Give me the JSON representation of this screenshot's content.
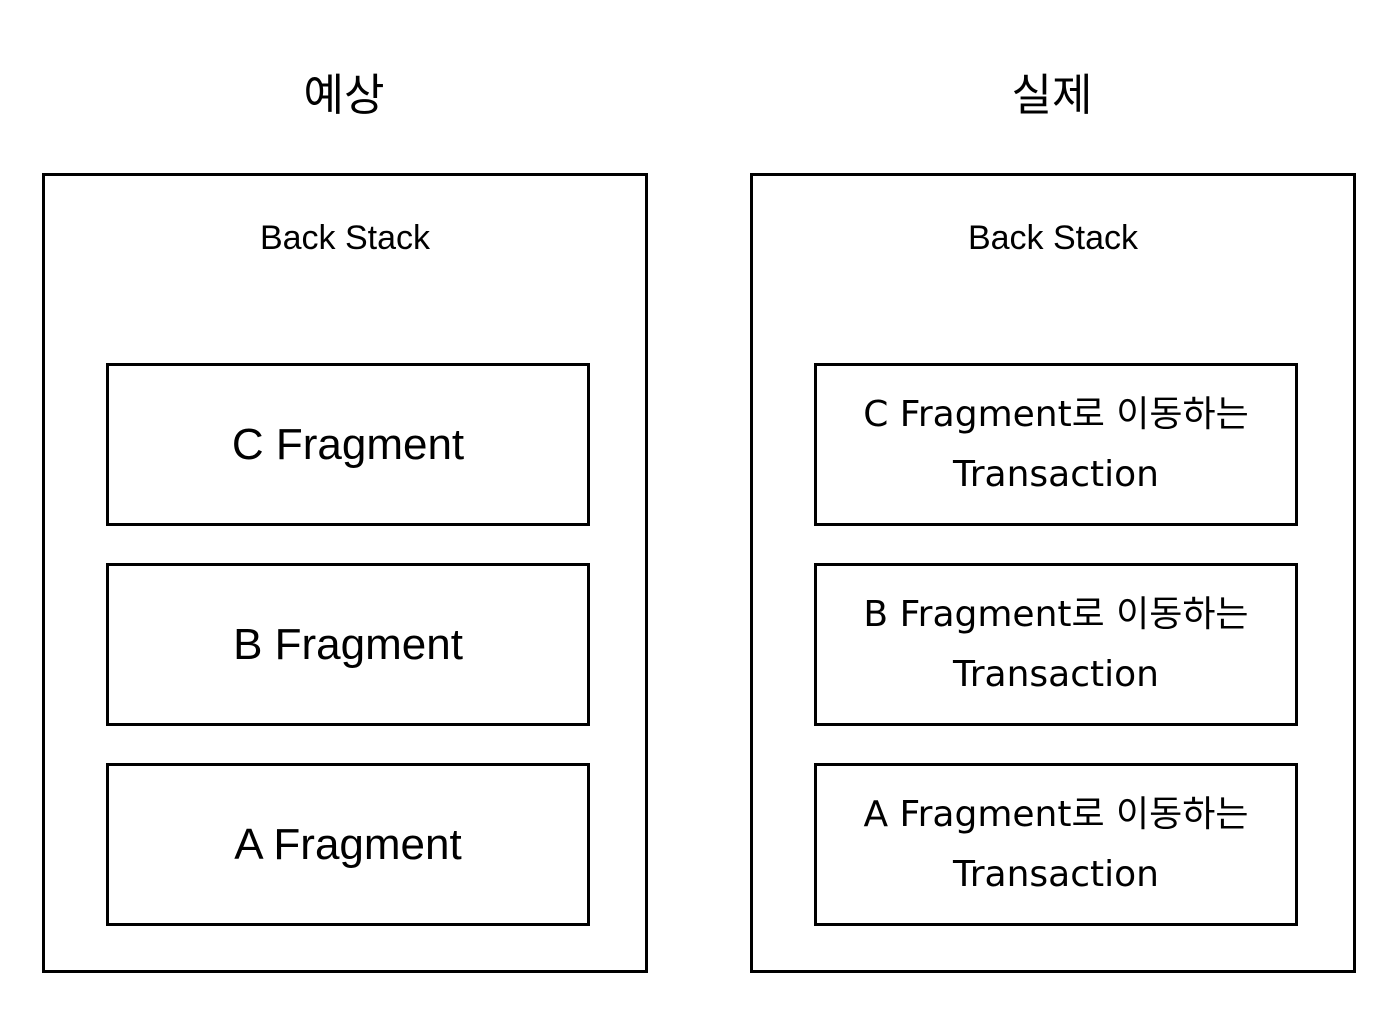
{
  "left_panel": {
    "title": "예상",
    "stack_label": "Back Stack",
    "items": [
      {
        "label": "C Fragment"
      },
      {
        "label": "B Fragment"
      },
      {
        "label": "A Fragment"
      }
    ]
  },
  "right_panel": {
    "title": "실제",
    "stack_label": "Back Stack",
    "items": [
      {
        "line1": "C Fragment로 이동하는",
        "line2": "Transaction"
      },
      {
        "line1": "B Fragment로 이동하는",
        "line2": "Transaction"
      },
      {
        "line1": "A Fragment로 이동하는",
        "line2": "Transaction"
      }
    ]
  }
}
